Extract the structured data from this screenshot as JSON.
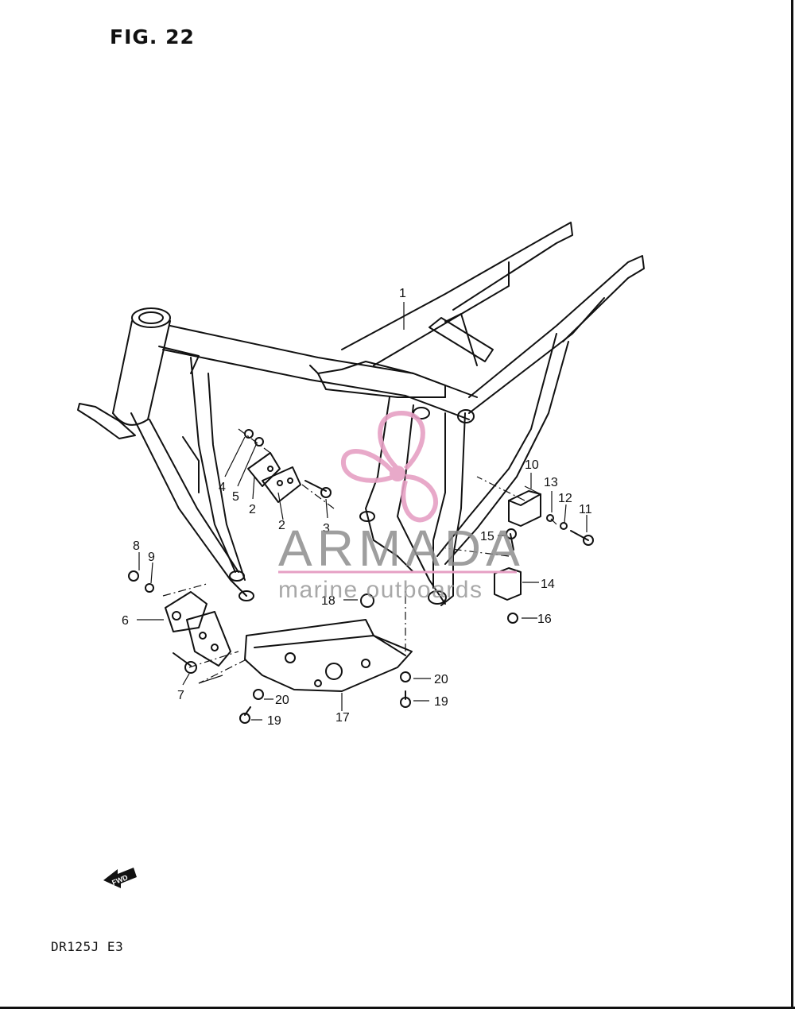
{
  "figure": {
    "title": "FIG. 22",
    "model": "DR125J  E3"
  },
  "fwd_label": "FWD",
  "watermark": {
    "main": "ARMADA",
    "sub": "marine outboards",
    "color": "#e6a0c4"
  },
  "callouts": [
    {
      "id": "c1",
      "text": "1"
    },
    {
      "id": "c2a",
      "text": "2"
    },
    {
      "id": "c2b",
      "text": "2"
    },
    {
      "id": "c3",
      "text": "3"
    },
    {
      "id": "c4",
      "text": "4"
    },
    {
      "id": "c5",
      "text": "5"
    },
    {
      "id": "c6",
      "text": "6"
    },
    {
      "id": "c7",
      "text": "7"
    },
    {
      "id": "c8",
      "text": "8"
    },
    {
      "id": "c9",
      "text": "9"
    },
    {
      "id": "c10",
      "text": "10"
    },
    {
      "id": "c11",
      "text": "11"
    },
    {
      "id": "c12",
      "text": "12"
    },
    {
      "id": "c13",
      "text": "13"
    },
    {
      "id": "c14",
      "text": "14"
    },
    {
      "id": "c15",
      "text": "15"
    },
    {
      "id": "c16",
      "text": "16"
    },
    {
      "id": "c17",
      "text": "17"
    },
    {
      "id": "c18",
      "text": "18"
    },
    {
      "id": "c19a",
      "text": "19"
    },
    {
      "id": "c19b",
      "text": "19"
    },
    {
      "id": "c20a",
      "text": "20"
    },
    {
      "id": "c20b",
      "text": "20"
    }
  ]
}
